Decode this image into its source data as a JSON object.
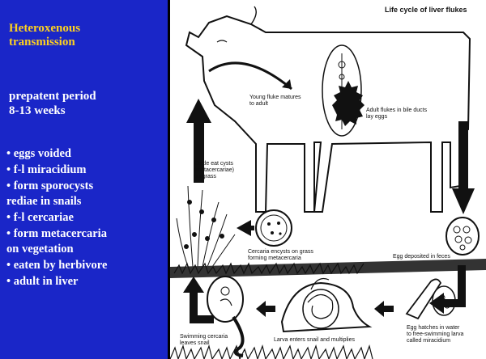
{
  "left_panel": {
    "title_line1": "Heteroxenous",
    "title_line2": "transmission",
    "prepatent_line1": "prepatent period",
    "prepatent_line2": "8-13 weeks",
    "bullets": [
      {
        "text": "• eggs voided"
      },
      {
        "text": "• f-l miracidium"
      },
      {
        "text": "• form sporocysts"
      },
      {
        "text": "  rediae in snails"
      },
      {
        "text": "• f-l cercariae"
      },
      {
        "text": "• form metacercaria"
      },
      {
        "text": "  on vegetation"
      },
      {
        "text": "• eaten by herbivore"
      },
      {
        "text": "• adult in liver"
      }
    ]
  },
  "figure": {
    "title": "Life cycle of liver flukes",
    "labels": {
      "young_fluke": [
        "Young fluke matures",
        "to adult"
      ],
      "adult_fluke": [
        "Adult flukes in bile ducts",
        "lay eggs"
      ],
      "cattle_eat": [
        "Cattle eat cysts",
        "(metacercariae)",
        "on grass"
      ],
      "cercaria_encysts": [
        "Cercaria encysts on grass",
        "forming metacercaria"
      ],
      "egg_deposited": [
        "Egg deposited in feces"
      ],
      "swimming_cercaria": [
        "Swimming cercaria",
        "leaves snail"
      ],
      "larva_enters": [
        "Larva enters snail and multiplies"
      ],
      "egg_hatches": [
        "Egg hatches in water",
        "to free-swimming larva",
        "called miracidium"
      ]
    }
  },
  "colors": {
    "panel_background": "#1a26c8",
    "title_text": "#ffd21f",
    "body_text": "#ffffff",
    "slide_background": "#000000"
  }
}
